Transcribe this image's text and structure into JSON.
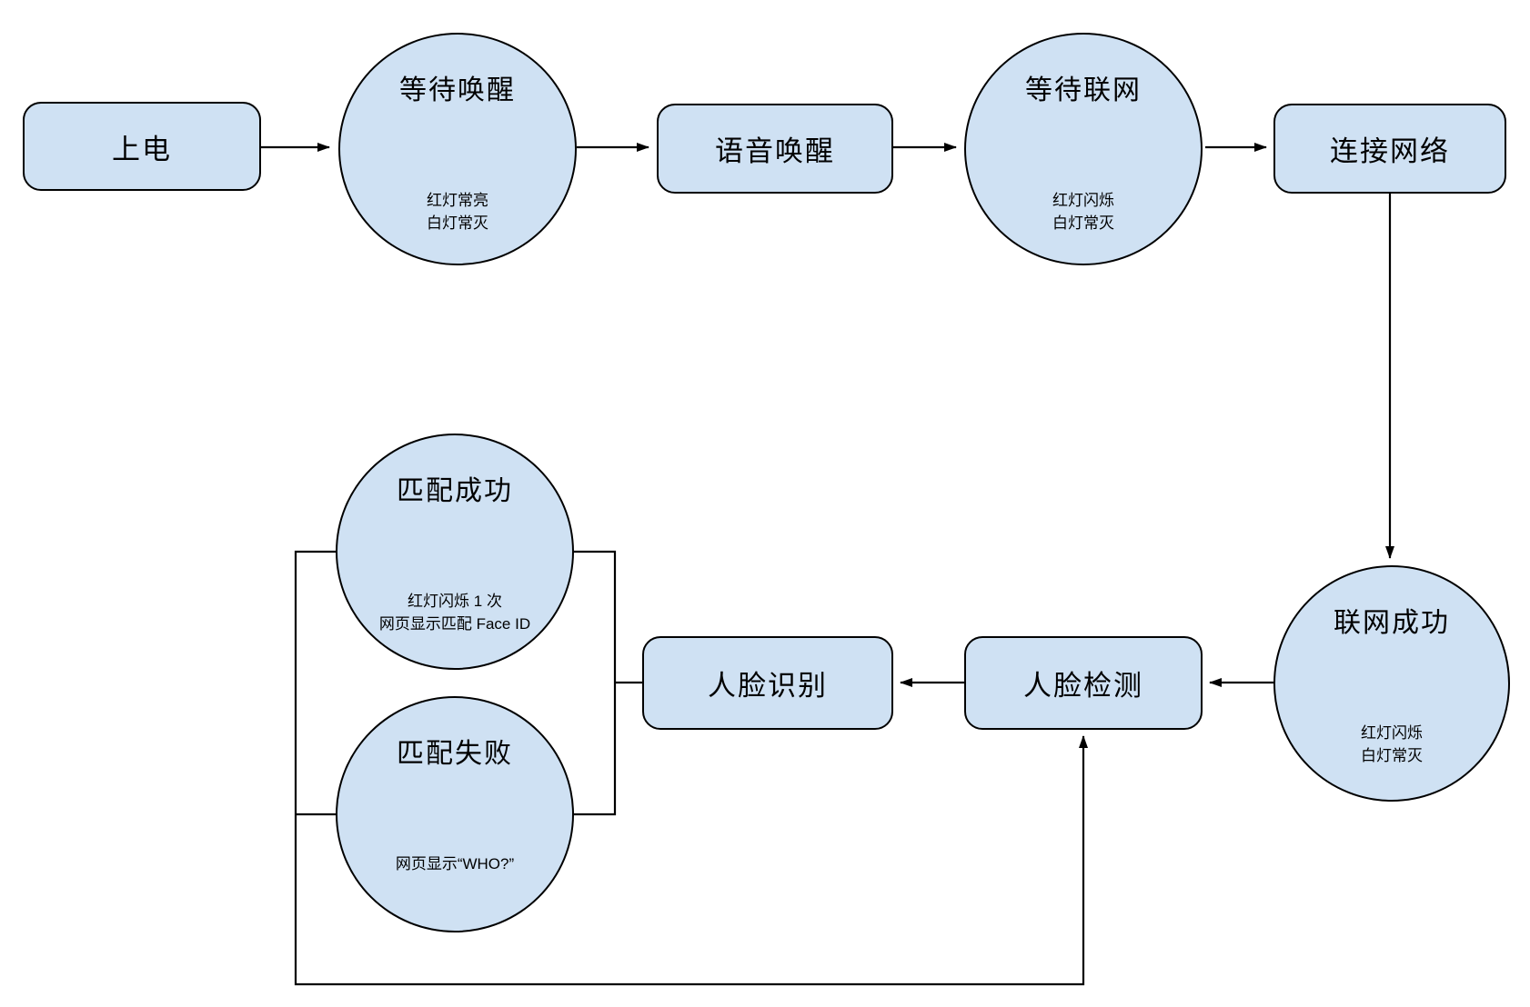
{
  "canvas": {
    "width": "1682",
    "height": "1108",
    "background": "#ffffff"
  },
  "style": {
    "node_fill": "#cfe1f3",
    "node_border": "#000000",
    "line_color": "#000000",
    "text_color": "#000000"
  },
  "nodes": {
    "power_on": {
      "label": "上电"
    },
    "wait_wake": {
      "title": "等待唤醒",
      "subs": [
        "红灯常亮",
        "白灯常灭"
      ]
    },
    "voice_wake": {
      "label": "语音唤醒"
    },
    "wait_network": {
      "title": "等待联网",
      "subs": [
        "红灯闪烁",
        "白灯常灭"
      ]
    },
    "connect_network": {
      "label": "连接网络"
    },
    "network_success": {
      "title": "联网成功",
      "subs": [
        "红灯闪烁",
        "白灯常灭"
      ]
    },
    "face_detect": {
      "label": "人脸检测"
    },
    "face_recognize": {
      "label": "人脸识别"
    },
    "match_success": {
      "title": "匹配成功",
      "subs": [
        "红灯闪烁 1 次",
        "网页显示匹配 Face ID"
      ]
    },
    "match_fail": {
      "title": "匹配失败",
      "subs": [
        "网页显示“WHO?”"
      ]
    }
  }
}
